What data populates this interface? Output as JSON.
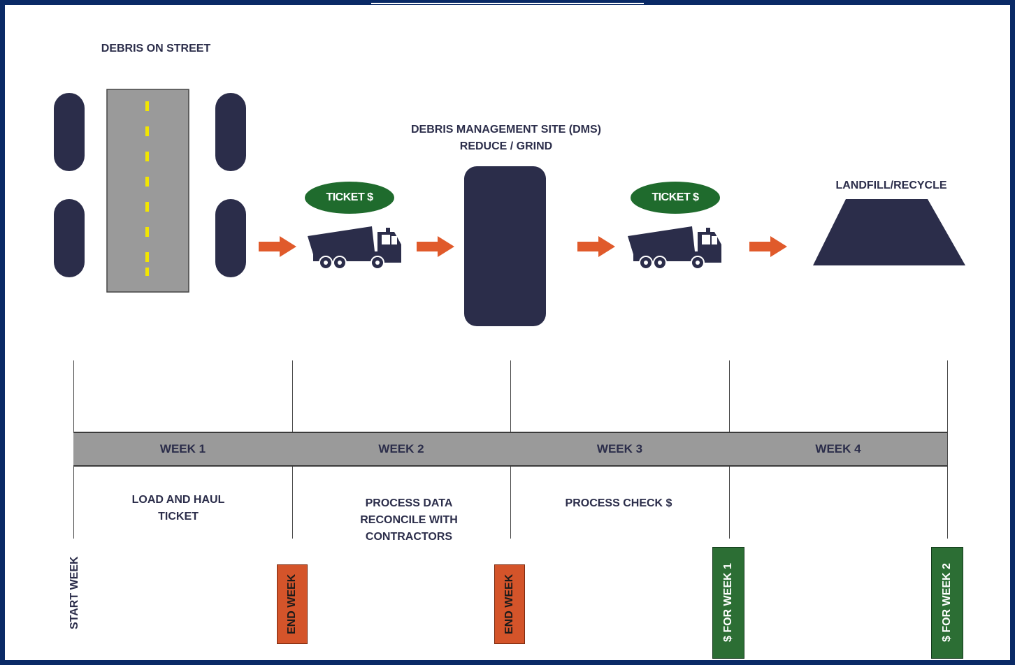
{
  "labels": {
    "debris_on_street": "DEBRIS ON STREET",
    "dms_line1": "DEBRIS MANAGEMENT SITE (DMS)",
    "dms_line2": "REDUCE / GRIND",
    "landfill": "LANDFILL/RECYCLE"
  },
  "tickets": [
    "TICKET $",
    "TICKET $"
  ],
  "weeks": [
    "WEEK 1",
    "WEEK 2",
    "WEEK 3",
    "WEEK 4"
  ],
  "notes": {
    "week1": [
      "LOAD AND HAUL",
      "TICKET"
    ],
    "week2": [
      "PROCESS DATA",
      "RECONCILE WITH",
      "CONTRACTORS"
    ],
    "week3": [
      "PROCESS CHECK $"
    ]
  },
  "markers": {
    "start": "START WEEK",
    "end1": "END WEEK",
    "end2": "END WEEK",
    "pay1": "$ FOR WEEK 1",
    "pay2": "$ FOR WEEK 2"
  },
  "colors": {
    "frame": "#0a2a66",
    "dark": "#2b2d4a",
    "arrow": "#e05a2b",
    "ticket": "#1f6b2d",
    "band": "#9a9a9a",
    "road_stripe": "#f2e600"
  }
}
